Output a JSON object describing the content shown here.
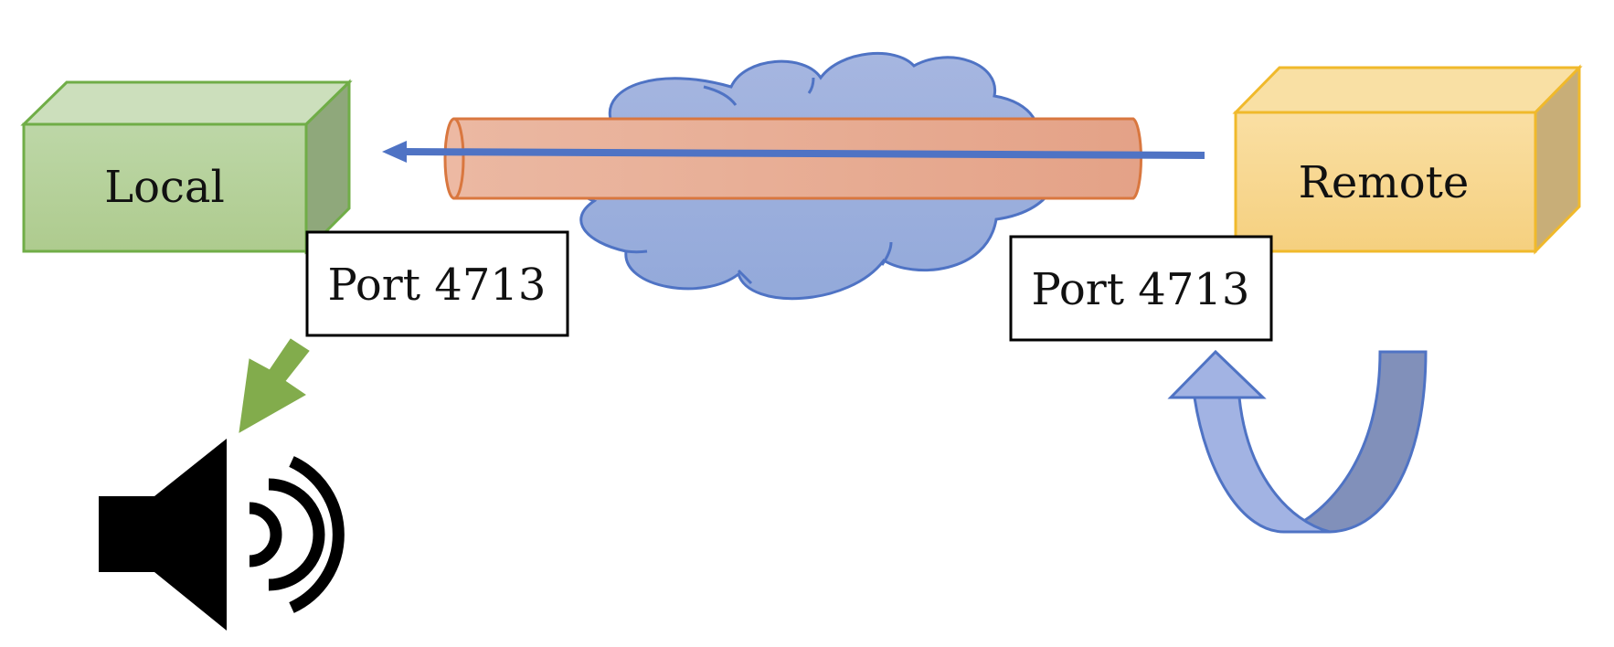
{
  "diagram": {
    "local": {
      "label": "Local",
      "color": "#A9CC8E"
    },
    "remote": {
      "label": "Remote",
      "color": "#F9D98A"
    },
    "local_port": {
      "label": "Port 4713"
    },
    "remote_port": {
      "label": "Port 4713"
    },
    "tunnel": {
      "color": "#E8A48A",
      "arrow_direction": "right-to-left",
      "arrow_color": "#4F73C4"
    },
    "cloud": {
      "color": "#9AAEDC",
      "icon": "cloud-icon"
    },
    "speaker": {
      "icon": "speaker-icon"
    },
    "output_arrow": {
      "icon": "arrow-down-left-icon",
      "color": "#82AC4C"
    },
    "loop_arrow": {
      "icon": "u-turn-arrow-icon",
      "color": "#8FA6D9"
    }
  }
}
